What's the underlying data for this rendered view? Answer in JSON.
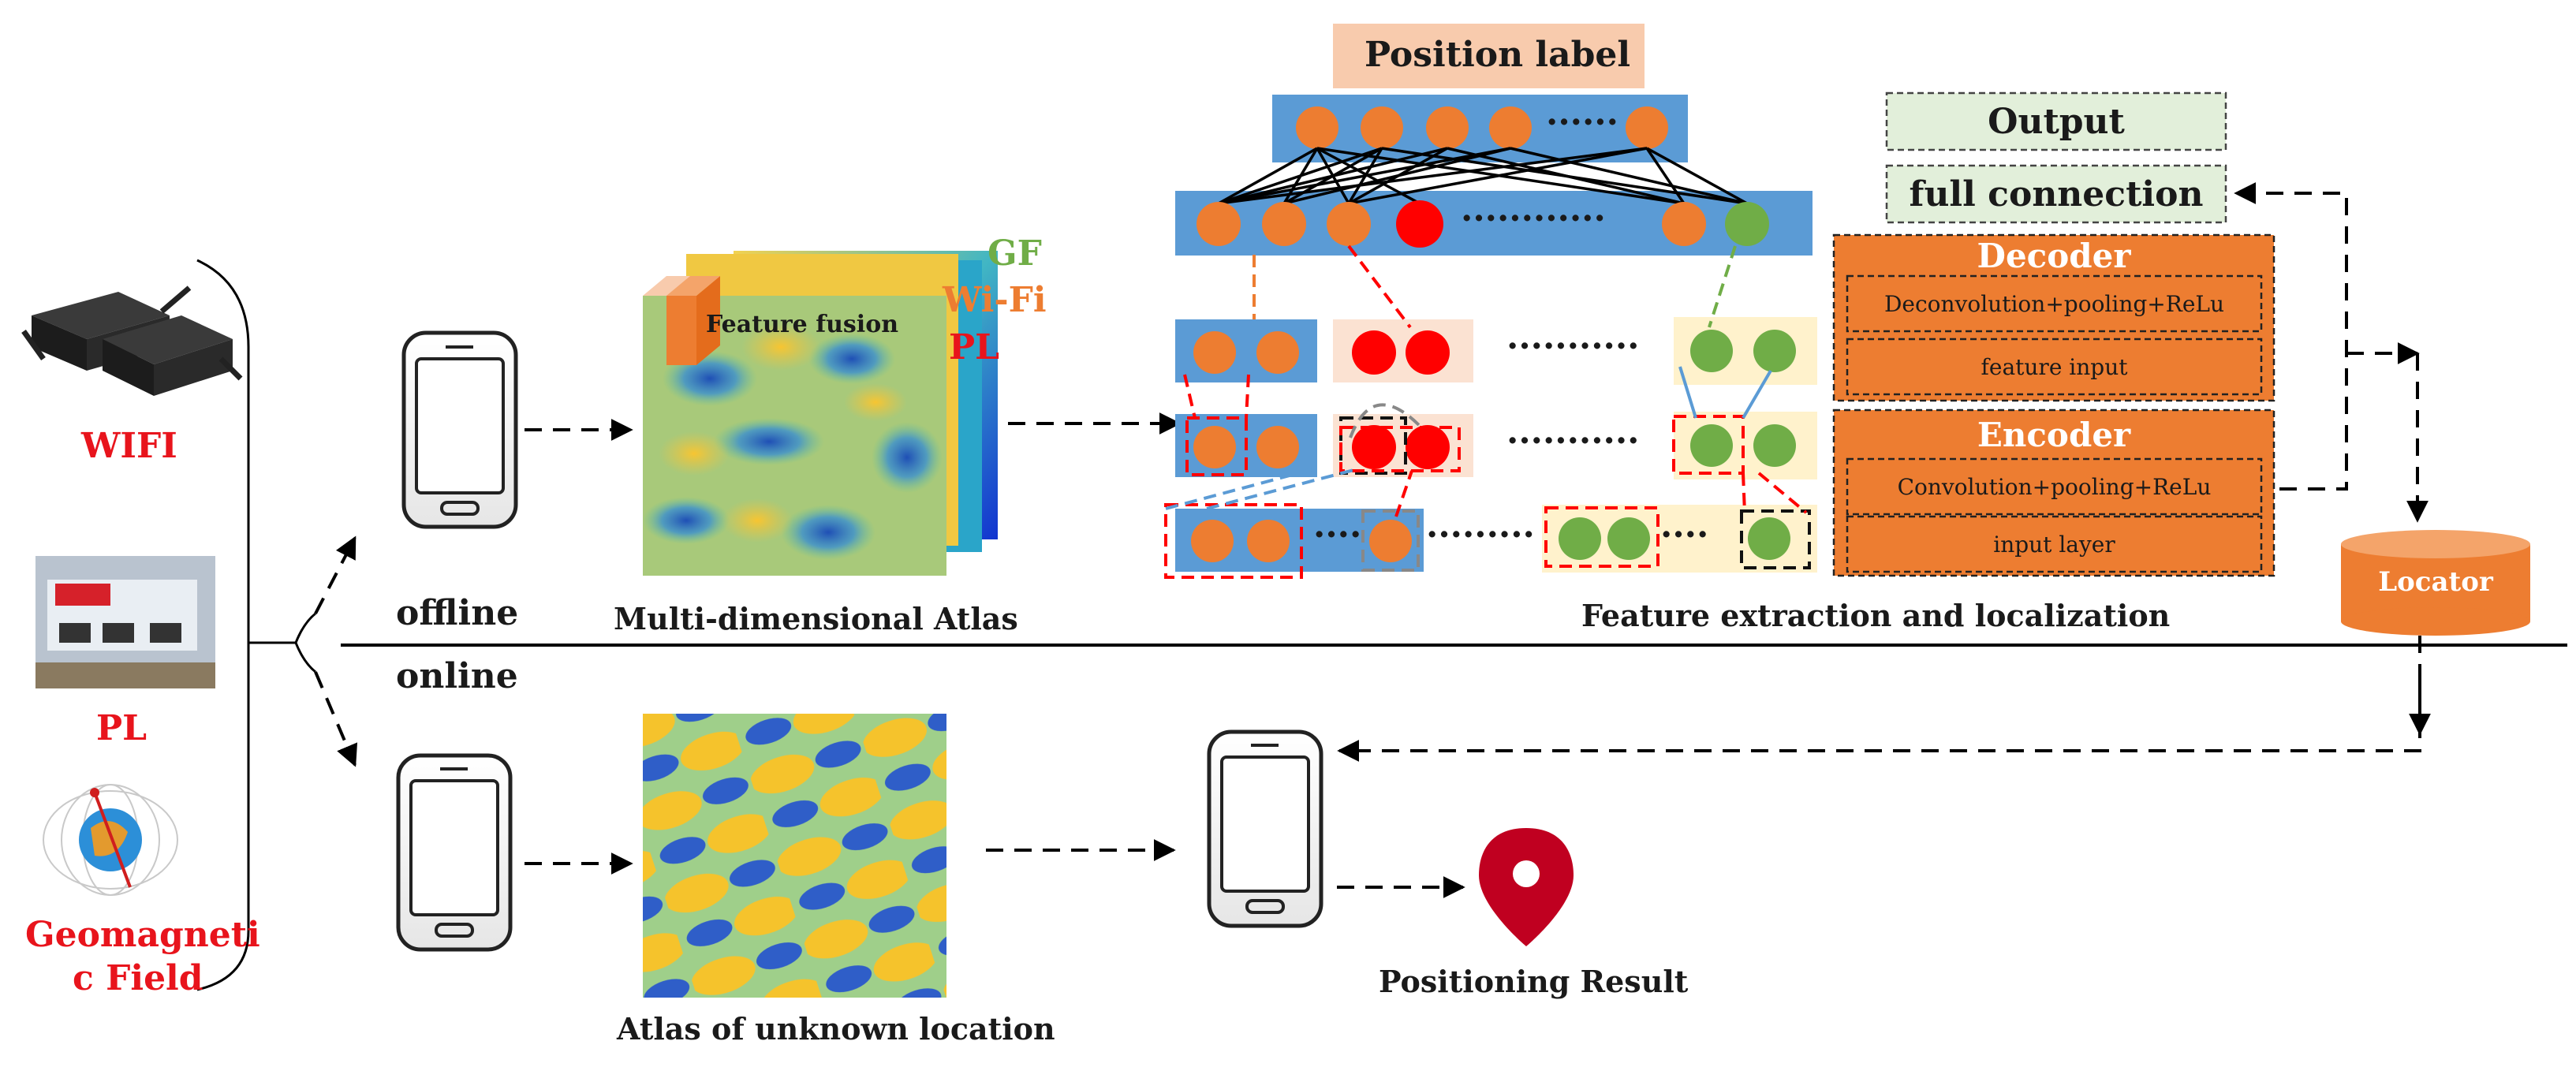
{
  "sources": {
    "wifi": "WIFI",
    "pl": "PL",
    "geo_line1": "Geomagneti",
    "geo_line2": "c Field"
  },
  "phases": {
    "offline": "offline",
    "online": "online"
  },
  "atlas": {
    "multi_label": "Multi-dimensional Atlas",
    "unknown_label": "Atlas of unknown location",
    "feature_fusion": "Feature fusion",
    "layers": [
      "GF",
      "Wi-Fi",
      "PL"
    ]
  },
  "network": {
    "position_label": "Position label",
    "caption": "Feature extraction and localization",
    "dots": "......",
    "dots_long": "............",
    "dots_row": "...........",
    "dots_small": "....",
    "dots_mid": "........."
  },
  "stack": {
    "output": "Output",
    "full_connection": "full connection",
    "decoder": "Decoder",
    "deconv": "Deconvolution+pooling+ReLu",
    "feature_input": "feature input",
    "encoder": "Encoder",
    "conv": "Convolution+pooling+ReLu",
    "input_layer": "input layer"
  },
  "locator": "Locator",
  "result": "Positioning Result",
  "colors": {
    "orange": "#ed7d31",
    "blue": "#5b9bd5",
    "green": "#70ad47",
    "red": "#ff0000",
    "peach": "#f8cbad",
    "pale_green": "#e2efda",
    "cream": "#fff2cc",
    "pin": "#c00020"
  }
}
